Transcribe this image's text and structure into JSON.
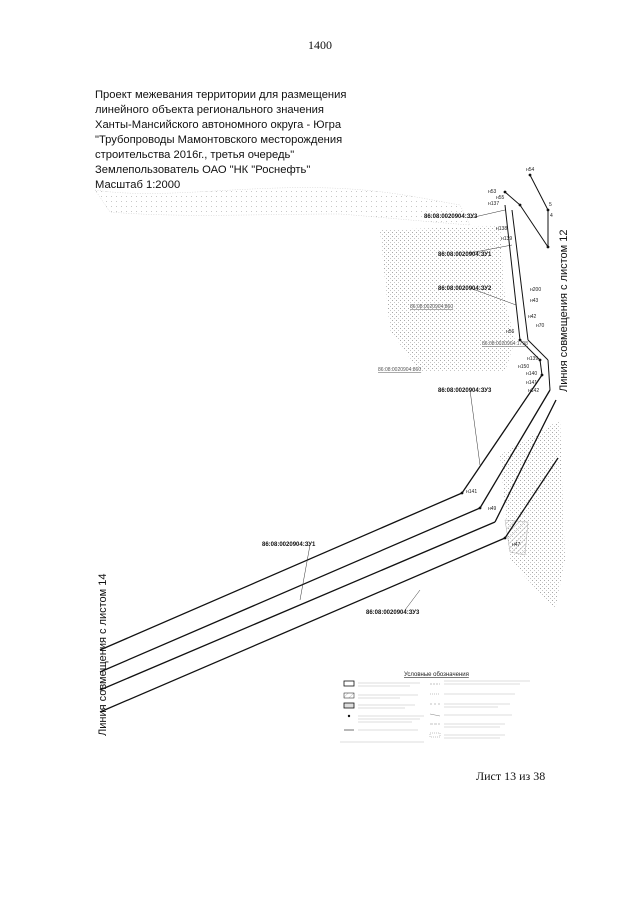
{
  "page_number": "1400",
  "title_lines": [
    "Проект межевания территории для размещения",
    "линейного объекта регионального значения",
    "Ханты-Мансийского автономного округа - Югра",
    "\"Трубопроводы Мамонтовского месторождения",
    "строительства 2016г., третья очередь\"",
    "Землепользователь ОАО \"НК \"Роснефть\"",
    "Масштаб 1:2000"
  ],
  "parcel_labels": {
    "zu3_top": "86:08:0020904:ЗУ3",
    "zu1_top": "86:08:0020904:ЗУ1",
    "zu2": "86:08:0020904:ЗУ2",
    "zu3_mid": "86:08:0020904:ЗУ3",
    "zu1_bottom": "86:08:0020904:ЗУ1",
    "zu3_bottom": "86:08:0020904:ЗУ3"
  },
  "existing_parcels": {
    "a": "86:08:0020904:860",
    "b": "86:08:0020904:1798",
    "c": "86:08:0020904:860"
  },
  "points": {
    "p54": "н54",
    "p53": "н53",
    "p137": "н137",
    "p55": "н55",
    "p138": "н138",
    "p139": "н139",
    "p5": "5",
    "p4": "4",
    "p200": "н200",
    "p43": "н43",
    "p42": "н42",
    "p70": "н70",
    "p56": "н56",
    "p139b": "н139",
    "p150": "н150",
    "p140": "н140",
    "p141": "н141",
    "p142": "н142",
    "p141b": "н141",
    "p49": "н49",
    "p47": "н47"
  },
  "seam_lines": {
    "right": "Линия совмещения с листом 12",
    "left": "Линия совмещения с листом 14"
  },
  "legend": {
    "title": "Условные обозначения"
  },
  "footer": "Лист 13 из 38"
}
